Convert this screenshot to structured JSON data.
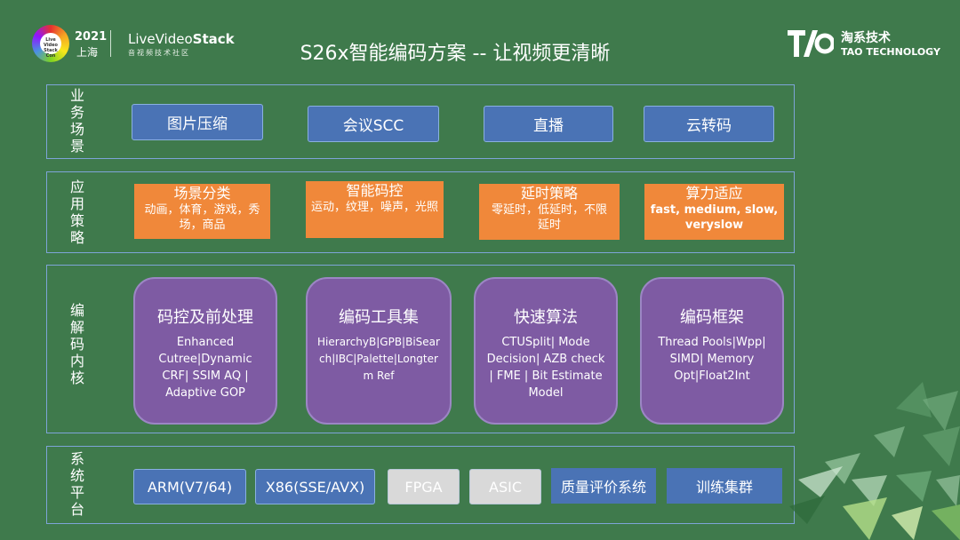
{
  "header": {
    "event_logo_text": "Live Video Stack Con",
    "event_year": "2021",
    "event_city": "上海",
    "brand_name_prefix": "LiveVideo",
    "brand_name_suffix": "Stack",
    "brand_sub": "音视频技术社区",
    "title": "S26x智能编码方案 -- 让视频更清晰",
    "company_cn": "淘系技术",
    "company_en": "TAO TECHNOLOGY"
  },
  "layers": {
    "business": {
      "label": "业务场景",
      "items": [
        "图片压缩",
        "会议SCC",
        "直播",
        "云转码"
      ]
    },
    "strategy": {
      "label": "应用策略",
      "items": [
        {
          "title": "场景分类",
          "desc": "动画，体育，游戏，秀场，商品"
        },
        {
          "title": "智能码控",
          "desc": "运动，纹理，噪声，光照"
        },
        {
          "title": "延时策略",
          "desc": "零延时，低延时，不限延时"
        },
        {
          "title": "算力适应",
          "desc": "fast, medium, slow, veryslow"
        }
      ]
    },
    "kernel": {
      "label": "编解码内核",
      "items": [
        {
          "title": "码控及前处理",
          "desc": "Enhanced Cutree|Dynamic CRF| SSIM AQ | Adaptive GOP"
        },
        {
          "title": "编码工具集",
          "desc": "HierarchyB|GPB|BiSearch|IBC|Palette|Longterm Ref"
        },
        {
          "title": "快速算法",
          "desc": "CTUSplit| Mode Decision| AZB check | FME | Bit Estimate Model"
        },
        {
          "title": "编码框架",
          "desc": "Thread Pools|Wpp| SIMD| Memory Opt|Float2Int"
        }
      ]
    },
    "platform": {
      "label": "系统平台",
      "items": [
        "ARM(V7/64)",
        "X86(SSE/AVX)",
        "FPGA",
        "ASIC",
        "质量评价系统",
        "训练集群"
      ]
    }
  },
  "colors": {
    "background": "#3f7a4c",
    "frame": "#7ea4d8",
    "blue": "#4a73b5",
    "orange": "#f0883a",
    "purple": "#7e5ba3",
    "gray": "#d9d9d9"
  }
}
